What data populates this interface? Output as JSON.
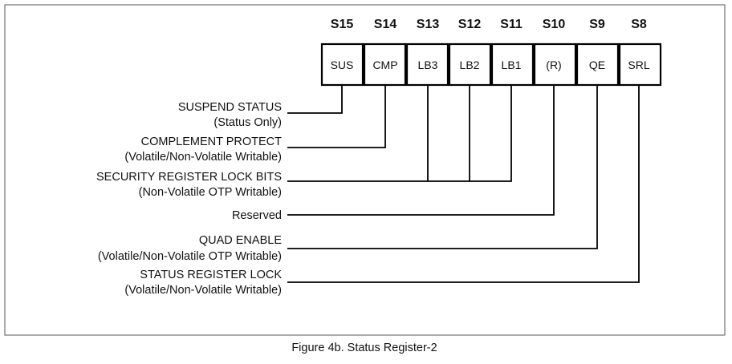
{
  "bits": [
    {
      "id": "S15",
      "short": "SUS"
    },
    {
      "id": "S14",
      "short": "CMP"
    },
    {
      "id": "S13",
      "short": "LB3"
    },
    {
      "id": "S12",
      "short": "LB2"
    },
    {
      "id": "S11",
      "short": "LB1"
    },
    {
      "id": "S10",
      "short": "(R)"
    },
    {
      "id": "S9",
      "short": "QE"
    },
    {
      "id": "S8",
      "short": "SRL"
    }
  ],
  "descriptions": [
    {
      "line1": "SUSPEND STATUS",
      "line2": "(Status Only)"
    },
    {
      "line1": "COMPLEMENT PROTECT",
      "line2": "(Volatile/Non-Volatile Writable)"
    },
    {
      "line1": "SECURITY REGISTER LOCK BITS",
      "line2": "(Non-Volatile OTP Writable)"
    },
    {
      "line1": "Reserved",
      "line2": ""
    },
    {
      "line1": "QUAD ENABLE",
      "line2": "(Volatile/Non-Volatile OTP Writable)"
    },
    {
      "line1": "STATUS REGISTER LOCK",
      "line2": "(Volatile/Non-Volatile Writable)"
    }
  ],
  "caption": "Figure 4b. Status Register-2"
}
